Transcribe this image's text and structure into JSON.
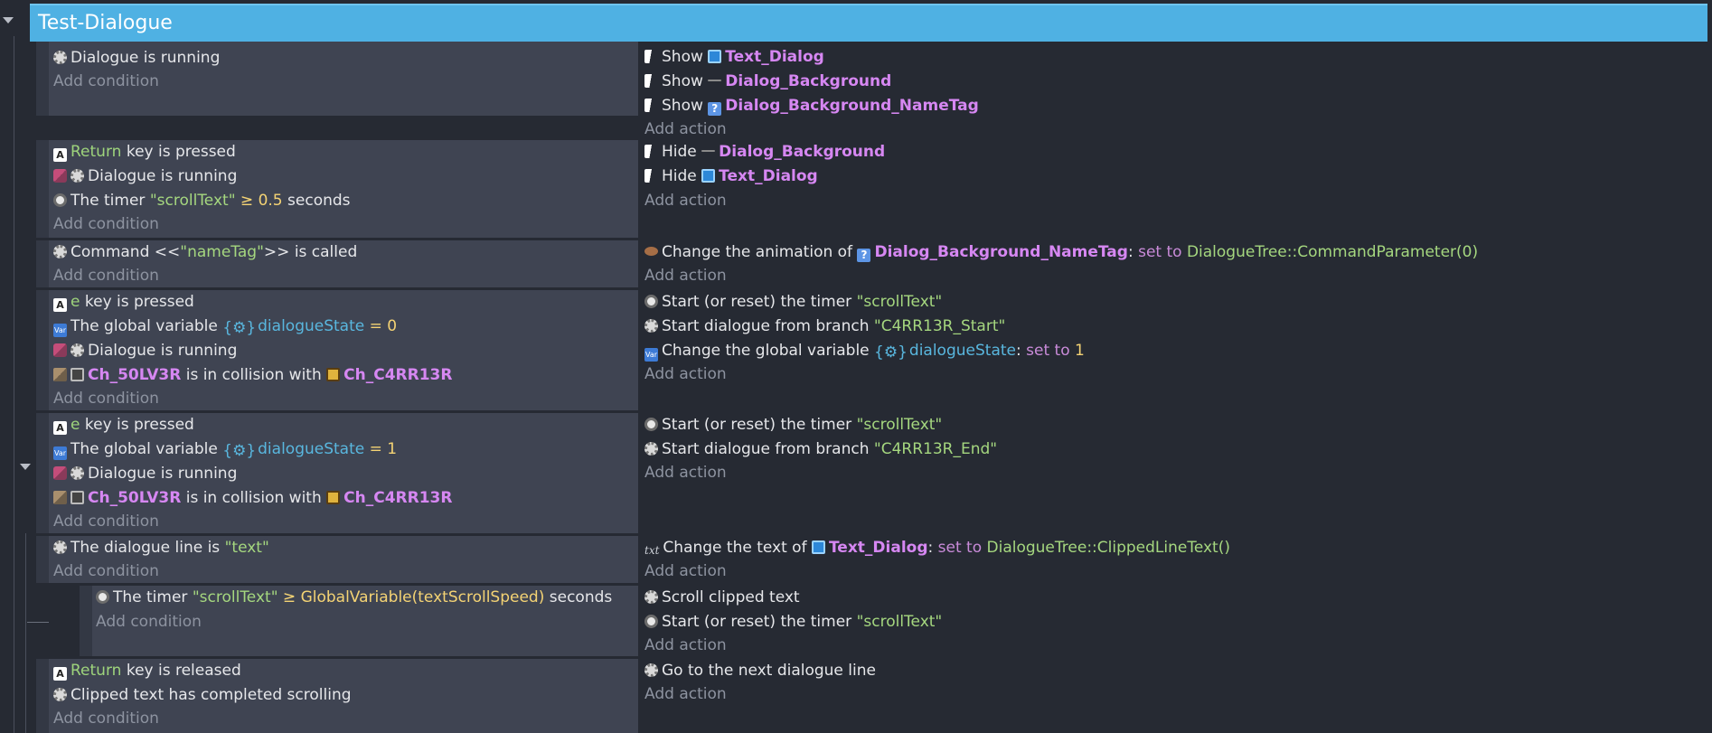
{
  "group": {
    "title": "Test-Dialogue"
  },
  "labels": {
    "add_condition": "Add condition",
    "add_action": "Add action"
  },
  "events": [
    {
      "conditions": [
        {
          "icon": "dialogue-icon",
          "parts": [
            "Dialogue is running"
          ]
        }
      ],
      "actions": [
        {
          "icon": "flag-icon",
          "verb": "Show",
          "obj_icon": "text-object-icon",
          "obj": "Text_Dialog"
        },
        {
          "icon": "flag-icon",
          "verb": "Show",
          "obj_icon": "panel-object-icon",
          "obj": "Dialog_Background"
        },
        {
          "icon": "flag-icon",
          "verb": "Show",
          "obj_icon": "question-object-icon",
          "obj": "Dialog_Background_NameTag"
        }
      ]
    },
    {
      "conditions": [
        {
          "key": "Return",
          "text": "key is pressed"
        },
        {
          "text": "Dialogue is running"
        },
        {
          "text_a": "The timer",
          "str": "\"scrollText\"",
          "op": "≥",
          "num": "0.5",
          "text_b": "seconds"
        }
      ],
      "actions": [
        {
          "verb": "Hide",
          "obj": "Dialog_Background"
        },
        {
          "verb": "Hide",
          "obj": "Text_Dialog"
        }
      ]
    },
    {
      "conditions": [
        {
          "text_a": "Command <<",
          "str": "\"nameTag\"",
          "text_b": ">> is called"
        }
      ],
      "actions": [
        {
          "text": "Change the animation of",
          "obj": "Dialog_Background_NameTag",
          "colon": ":",
          "setto": "set to",
          "fn": "DialogueTree::CommandParameter(0)"
        }
      ]
    },
    {
      "conditions": [
        {
          "key": "e",
          "text": "key is pressed"
        },
        {
          "text": "The global variable",
          "var": "dialogueState",
          "op": "=",
          "num": "0"
        },
        {
          "text": "Dialogue is running"
        },
        {
          "obj_a": "Ch_50LV3R",
          "text": "is in collision with",
          "obj_b": "Ch_C4RR13R"
        }
      ],
      "actions": [
        {
          "text": "Start (or reset) the timer",
          "str": "\"scrollText\""
        },
        {
          "text": "Start dialogue from branch",
          "str": "\"C4RR13R_Start\""
        },
        {
          "text": "Change the global variable",
          "var": "dialogueState",
          "colon": ":",
          "setto": "set to",
          "num": "1"
        }
      ]
    },
    {
      "conditions": [
        {
          "key": "e",
          "text": "key is pressed"
        },
        {
          "text": "The global variable",
          "var": "dialogueState",
          "op": "=",
          "num": "1"
        },
        {
          "text": "Dialogue is running"
        },
        {
          "obj_a": "Ch_50LV3R",
          "text": "is in collision with",
          "obj_b": "Ch_C4RR13R"
        }
      ],
      "actions": [
        {
          "text": "Start (or reset) the timer",
          "str": "\"scrollText\""
        },
        {
          "text": "Start dialogue from branch",
          "str": "\"C4RR13R_End\""
        }
      ]
    },
    {
      "conditions": [
        {
          "text": "The dialogue line is",
          "str": "\"text\""
        }
      ],
      "actions": [
        {
          "icon_text": "txt",
          "text": "Change the text of",
          "obj": "Text_Dialog",
          "colon": ":",
          "setto": "set to",
          "fn": "DialogueTree::ClippedLineText()"
        }
      ]
    },
    {
      "conditions": [
        {
          "text_a": "The timer",
          "str": "\"scrollText\"",
          "op": "≥",
          "fn": "GlobalVariable(textScrollSpeed)",
          "text_b": "seconds"
        }
      ],
      "actions": [
        {
          "text": "Scroll clipped text"
        },
        {
          "text": "Start (or reset) the timer",
          "str": "\"scrollText\""
        }
      ]
    },
    {
      "conditions": [
        {
          "key": "Return",
          "text": "key is released"
        },
        {
          "text": "Clipped text has completed scrolling"
        }
      ],
      "actions": [
        {
          "text": "Go to the next dialogue line"
        }
      ]
    }
  ]
}
